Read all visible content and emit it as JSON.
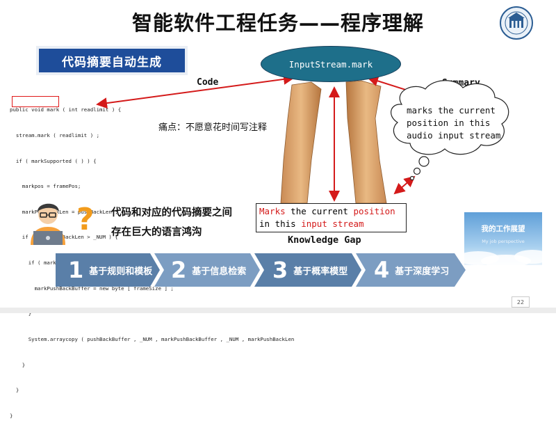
{
  "slide": {
    "title": "智能软件工程任务——程序理解",
    "badge_label": "代码摘要自动生成",
    "code_label": "Code",
    "summary_label": "Summary",
    "ellipse_label": "InputStream.mark",
    "pain_point": "痛点：不愿意花时间写注释",
    "cloud_lines": [
      "marks the current",
      "position in this",
      "audio input stream"
    ],
    "knowledge_gap_label": "Knowledge Gap",
    "gap_lines": [
      "代码和对应的代码摘要之间",
      "存在巨大的语言鸿沟"
    ],
    "page_number": "22"
  },
  "code": {
    "lines": [
      "public void mark ( int readlimit ) {",
      "  stream.mark ( readlimit ) ;",
      "  if ( markSupported ( ) ) {",
      "    markpos = framePos;",
      "    markPushBackLen = pushBackLen ;",
      "    if ( markPushBackLen > _NUM ) {",
      "      if ( markPushBackBuffer == null ) {",
      "        markPushBackBuffer = new byte [ frameSize ] ;",
      "      }",
      "      System.arraycopy ( pushBackBuffer , _NUM , markPushBackBuffer , _NUM , markPushBackLen",
      "    }",
      "  }",
      "}"
    ]
  },
  "knowledge_box": {
    "line1": [
      {
        "text": "Marks",
        "red": true
      },
      {
        "text": " the current ",
        "red": false
      },
      {
        "text": "position",
        "red": true
      }
    ],
    "line2": [
      {
        "text": "in this ",
        "red": false
      },
      {
        "text": "input stream",
        "red": true
      }
    ]
  },
  "steps": [
    {
      "num": "1",
      "label": "基于规则和模板"
    },
    {
      "num": "2",
      "label": "基于信息检索"
    },
    {
      "num": "3",
      "label": "基于概率模型"
    },
    {
      "num": "4",
      "label": "基于深度学习"
    }
  ],
  "work_card": {
    "title": "我的工作展望",
    "subtitle": "My job perspective"
  },
  "colors": {
    "badge": "#1e4d9a",
    "ellipse": "#1e6f8a",
    "arrow": "#d41a1a",
    "step_dark": "#5a7fa8",
    "step_light": "#8fb0cf",
    "question_mark": "#f29b1b"
  }
}
